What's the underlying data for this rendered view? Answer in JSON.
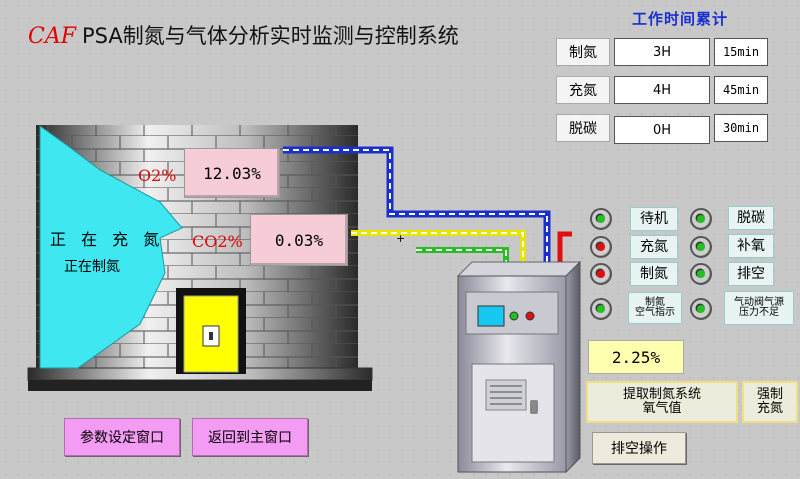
{
  "header": {
    "brand": "CAF",
    "title": "PSA制氮与气体分析实时监测与控制系统"
  },
  "work_time": {
    "title": "工作时间累计",
    "rows": [
      {
        "label": "制氮",
        "hours": "3H",
        "minutes": "15min"
      },
      {
        "label": "充氮",
        "hours": "4H",
        "minutes": "45min"
      },
      {
        "label": "脱碳",
        "hours": "0H",
        "minutes": "30min"
      }
    ]
  },
  "tower": {
    "status_line1": "正 在 充 氮",
    "status_line2": "正在制氮"
  },
  "gas": {
    "o2_label": "O2%",
    "o2_value": "12.03%",
    "co2_label": "CO2%",
    "co2_value": "0.03%"
  },
  "indicators": {
    "left": [
      {
        "label": "待机",
        "state": "green"
      },
      {
        "label": "充氮",
        "state": "red"
      },
      {
        "label": "制氮",
        "state": "red"
      },
      {
        "label": "制氮\n空气指示",
        "state": "green"
      }
    ],
    "right": [
      {
        "label": "脱碳",
        "state": "green"
      },
      {
        "label": "补氧",
        "state": "green"
      },
      {
        "label": "排空",
        "state": "green"
      },
      {
        "label": "气动阀气源\n压力不足",
        "state": "green"
      }
    ]
  },
  "nitrogen_oxygen_value": "2.25%",
  "buttons": {
    "extract": "提取制氮系统\n氧气值",
    "force_fill": "强制\n充氮",
    "vent": "排空操作",
    "params": "参数设定窗口",
    "back_main": "返回到主窗口"
  },
  "colors": {
    "brand_red": "#e00000",
    "title_blue": "#1a2fd0",
    "lamp_green": "#22c022",
    "lamp_red": "#e01010"
  }
}
